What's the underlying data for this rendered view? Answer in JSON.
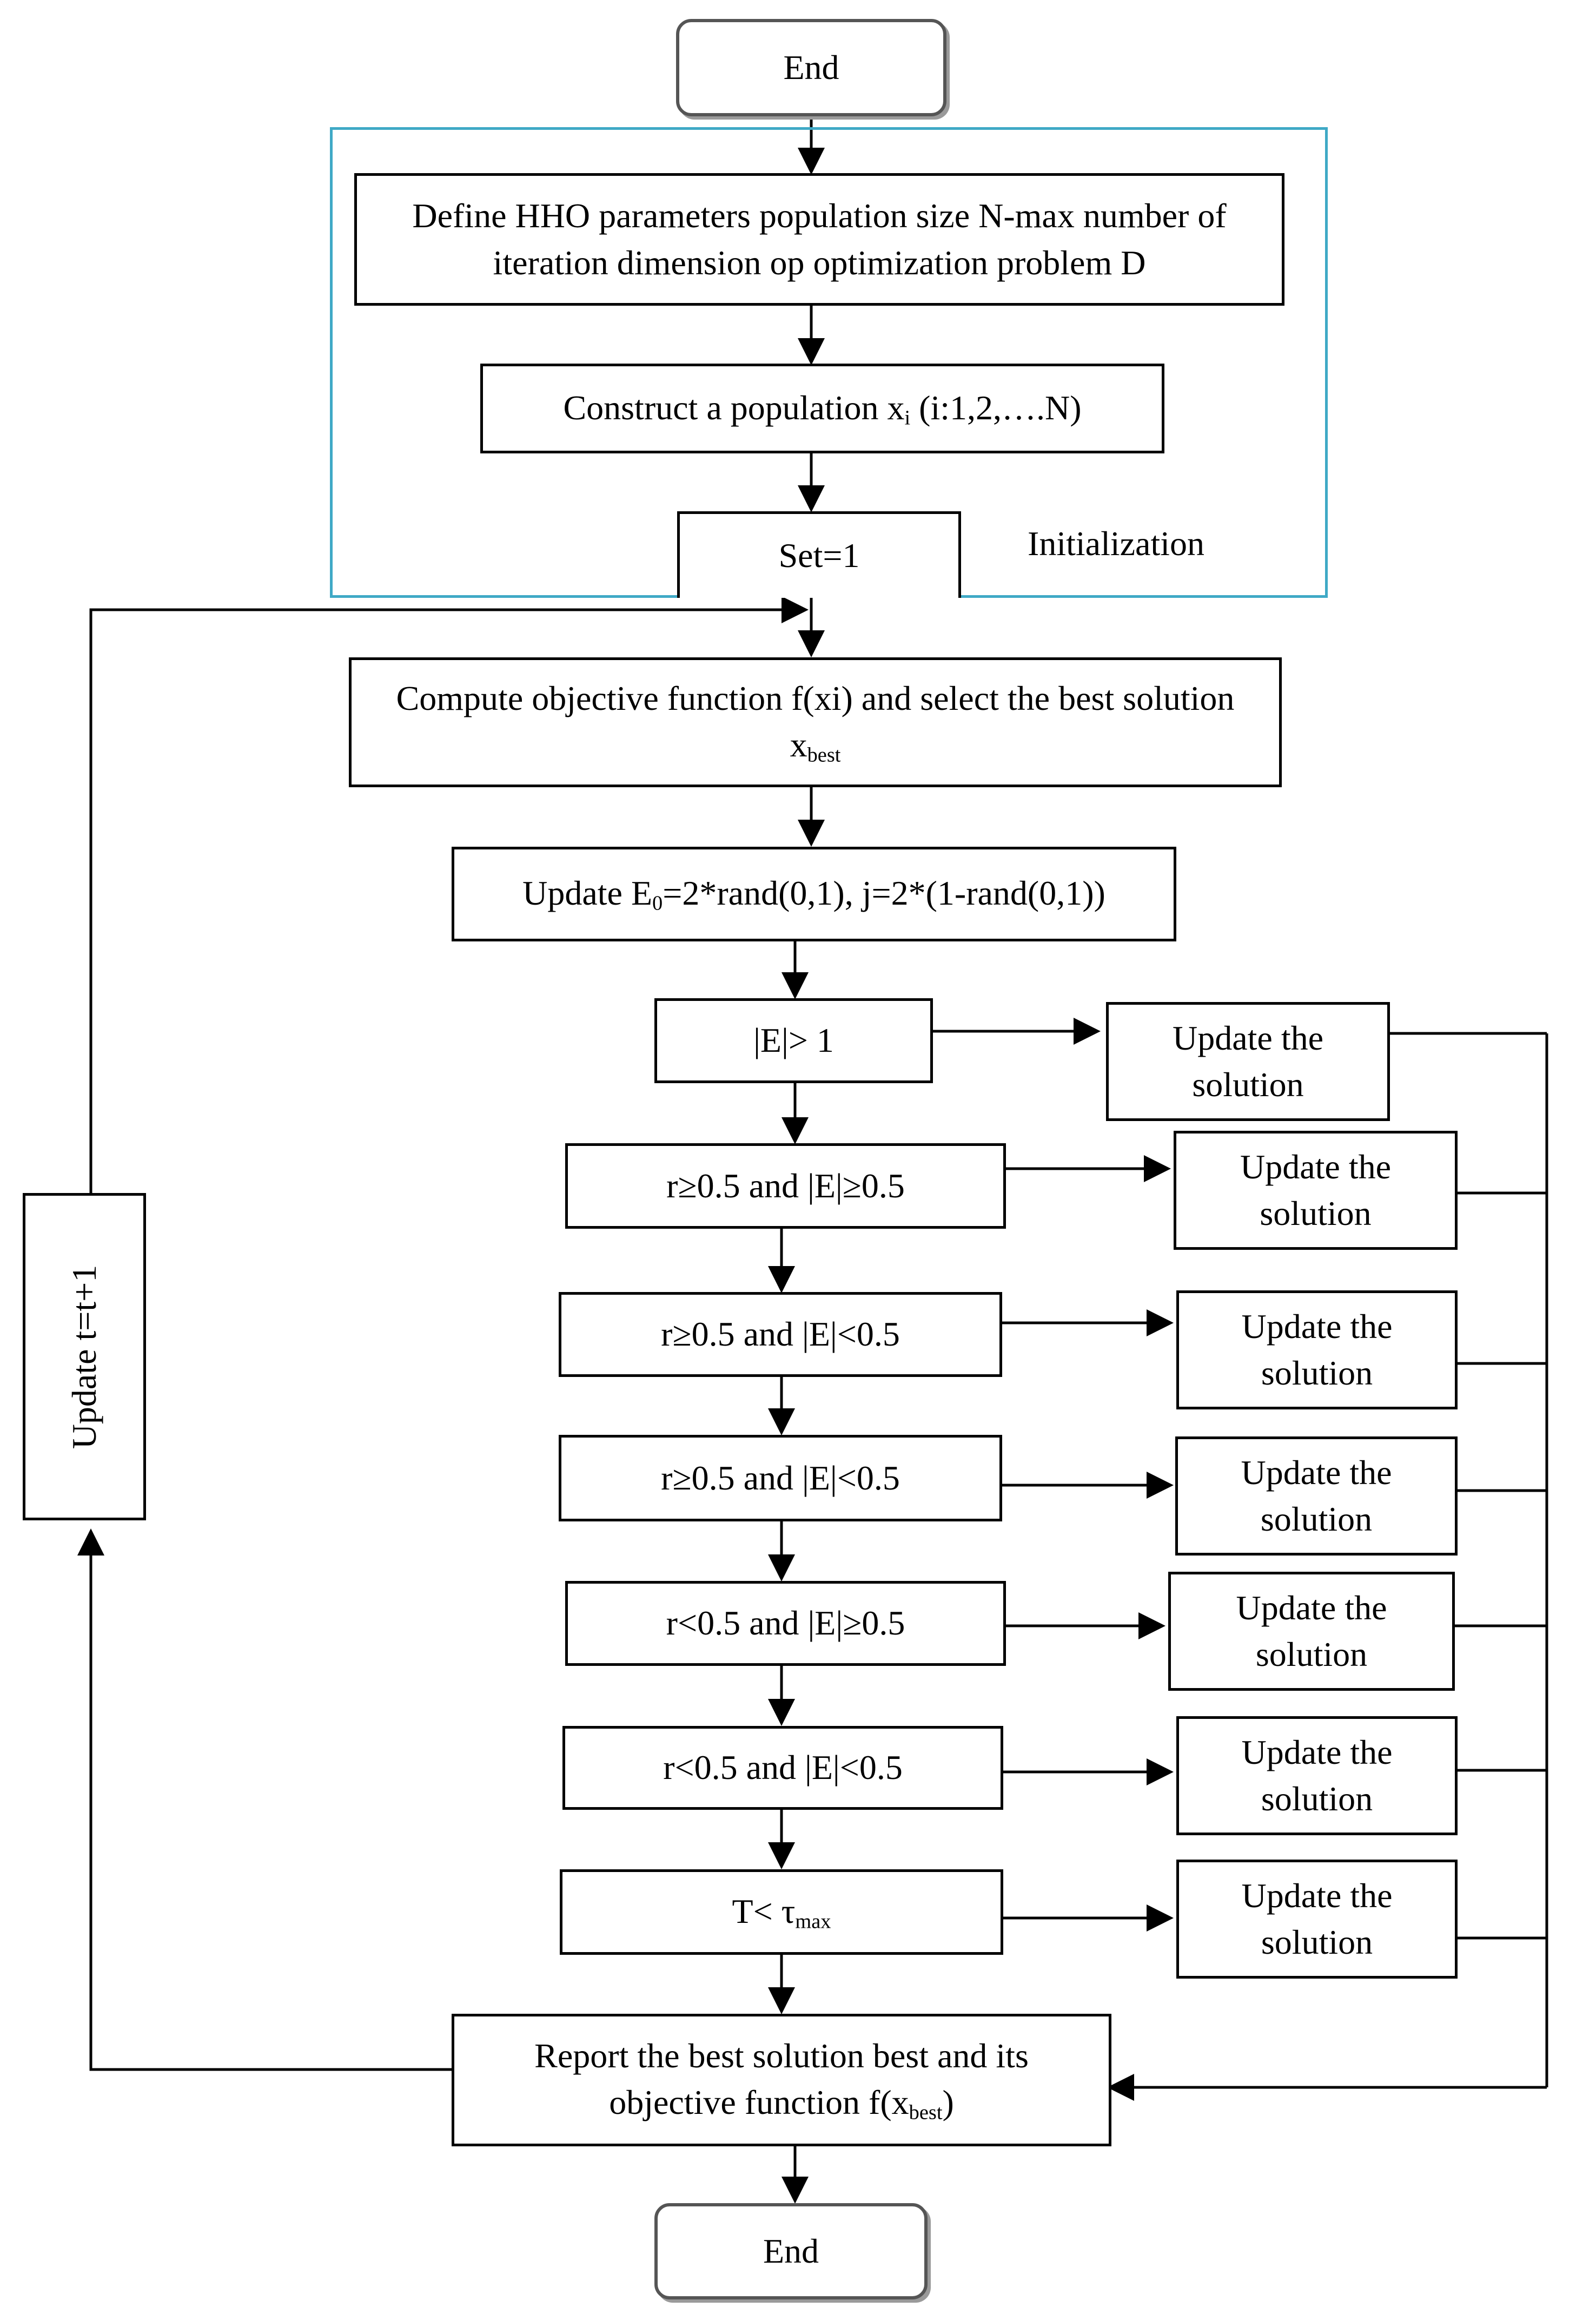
{
  "nodes": {
    "start_terminal": "End",
    "define_params": "Define HHO parameters population size N-max number of iteration dimension op optimization problem D",
    "construct_population": {
      "text": "Construct a population x",
      "sub": "i",
      "suffix": " (i:1,2,….N)"
    },
    "set_t": "Set=1",
    "initialization_label": "Initialization",
    "compute_objective": {
      "text": "Compute objective function f(xi) and select the best solution x",
      "sub": "best"
    },
    "update_energy": {
      "prefix": "Update E",
      "sub": "0",
      "suffix": "=2*rand(0,1), j=2*(1-rand(0,1))"
    },
    "cond_e_gt_1": "|E|> 1",
    "cond_1": "r≥0.5 and |E|≥0.5",
    "cond_2": "r≥0.5 and |E|<0.5",
    "cond_3": "r≥0.5 and |E|<0.5",
    "cond_4": "r<0.5 and |E|≥0.5",
    "cond_5": "r<0.5 and |E|<0.5",
    "cond_t": {
      "prefix": "T< τ",
      "sub": "max"
    },
    "update_solution": "Update the solution",
    "report": {
      "text": "Report the best solution best and its objective function f(x",
      "sub": "best",
      "suffix": ")"
    },
    "end_terminal": "End",
    "update_t": "Update  t=t+1"
  },
  "colors": {
    "stroke": "#000000",
    "init_frame": "#3fa9c6",
    "terminal_border": "#555555"
  }
}
